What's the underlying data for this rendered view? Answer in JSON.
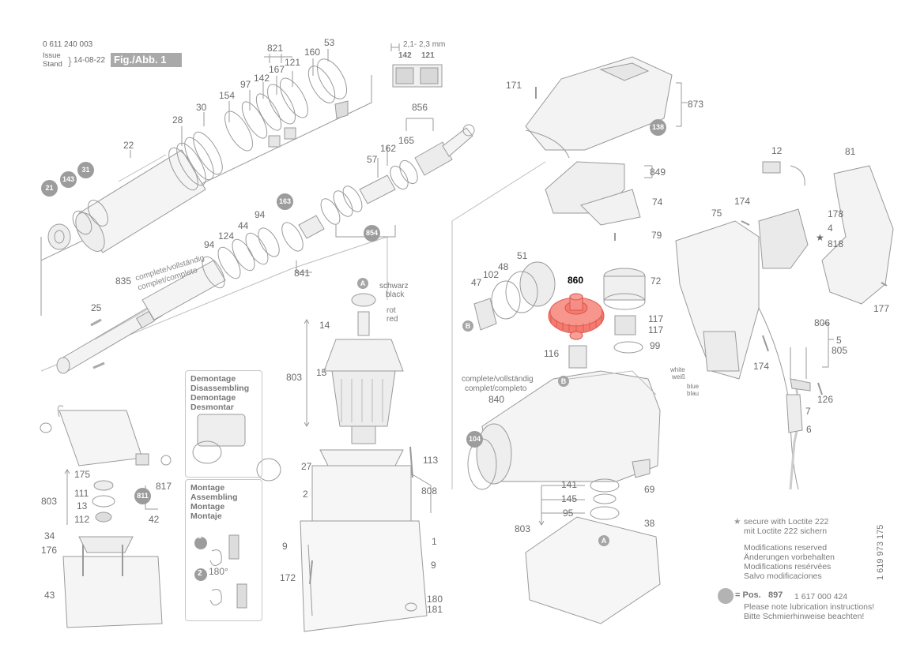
{
  "header": {
    "doc_number": "0 611 240 003",
    "issue_label_1": "Issue",
    "issue_label_2": "Stand",
    "issue_date": "14-08-22",
    "figure_label": "Fig./Abb. 1"
  },
  "dimension_detail": {
    "range": "2,1- 2,3 mm",
    "left_part": "142",
    "right_part": "121"
  },
  "highlight": {
    "part": "860",
    "color": "#f26d63"
  },
  "labels": {
    "p821": "821",
    "p53": "53",
    "p121a": "121",
    "p160": "160",
    "p167": "167",
    "p97": "97",
    "p142": "142",
    "p154": "154",
    "p30": "30",
    "p28": "28",
    "p22": "22",
    "p856": "856",
    "p162": "162",
    "p165": "165",
    "p57": "57",
    "p94a": "94",
    "p44": "44",
    "p124": "124",
    "p94b": "94",
    "p841": "841",
    "p835": "835",
    "p25": "25",
    "p171": "171",
    "p873": "873",
    "p849": "849",
    "p74": "74",
    "p79": "79",
    "p51": "51",
    "p48": "48",
    "p102": "102",
    "p47": "47",
    "p72": "72",
    "p117a": "117",
    "p117b": "117",
    "p99": "99",
    "p116": "116",
    "p840": "840",
    "p69": "69",
    "p141": "141",
    "p145": "145",
    "p95": "95",
    "p803c": "803",
    "p38": "38",
    "p12": "12",
    "p81": "81",
    "p174a": "174",
    "p75": "75",
    "p178": "178",
    "p4": "4",
    "p818": "818",
    "p177": "177",
    "p806": "806",
    "p5": "5",
    "p805": "805",
    "p174b": "174",
    "p126": "126",
    "p7": "7",
    "p6": "6",
    "p14": "14",
    "p803b": "803",
    "p15": "15",
    "p27": "27",
    "p113": "113",
    "p2": "2",
    "p808": "808",
    "p1": "1",
    "p9a": "9",
    "p9b": "9",
    "p172": "172",
    "p180": "180",
    "p181": "181",
    "p175": "175",
    "p111": "111",
    "p803a": "803",
    "p13": "13",
    "p112": "112",
    "p817": "817",
    "p42": "42",
    "p34": "34",
    "p176": "176",
    "p43": "43"
  },
  "circled": {
    "c21": "21",
    "c143": "143",
    "c31": "31",
    "c163": "163",
    "c854": "854",
    "c138": "138",
    "c104": "104",
    "c811": "811"
  },
  "letter_markers": {
    "a1": "A",
    "a2": "A",
    "b1": "B",
    "b2": "B"
  },
  "wire_labels": {
    "schwarz": "schwarz",
    "black": "black",
    "rot": "rot",
    "red": "red",
    "white": "white",
    "weiß": "weiß",
    "blue": "blue",
    "blau": "blau"
  },
  "complete_labels": {
    "shaft_line1": "complete/vollständig",
    "shaft_line2": "complet/completo",
    "housing_line1": "complete/vollständig",
    "housing_line2": "complet/completo"
  },
  "demontage_panel": {
    "line1": "Demontage",
    "line2": "Disassembling",
    "line3": "Demontage",
    "line4": "Desmontar"
  },
  "montage_panel": {
    "line1": "Montage",
    "line2": "Assembling",
    "line3": "Montage",
    "line4": "Montaje",
    "step1": "1",
    "step2": "2",
    "angle": "180°"
  },
  "notes": {
    "loctite_1": "secure with Loctite 222",
    "loctite_2": "mit Loctite 222 sichern",
    "mod_1": "Modifications reserved",
    "mod_2": "Änderungen vorbehalten",
    "mod_3": "Modifications resérvées",
    "mod_4": "Salvo modificaciones",
    "pos_prefix": "= Pos.",
    "pos_number": "897",
    "pos_part": "1 617 000 424",
    "lub_1": "Please note lubrication instructions!",
    "lub_2": "Bitte Schmierhinweise beachten!"
  },
  "sidebar_code": "1 619 973 175"
}
